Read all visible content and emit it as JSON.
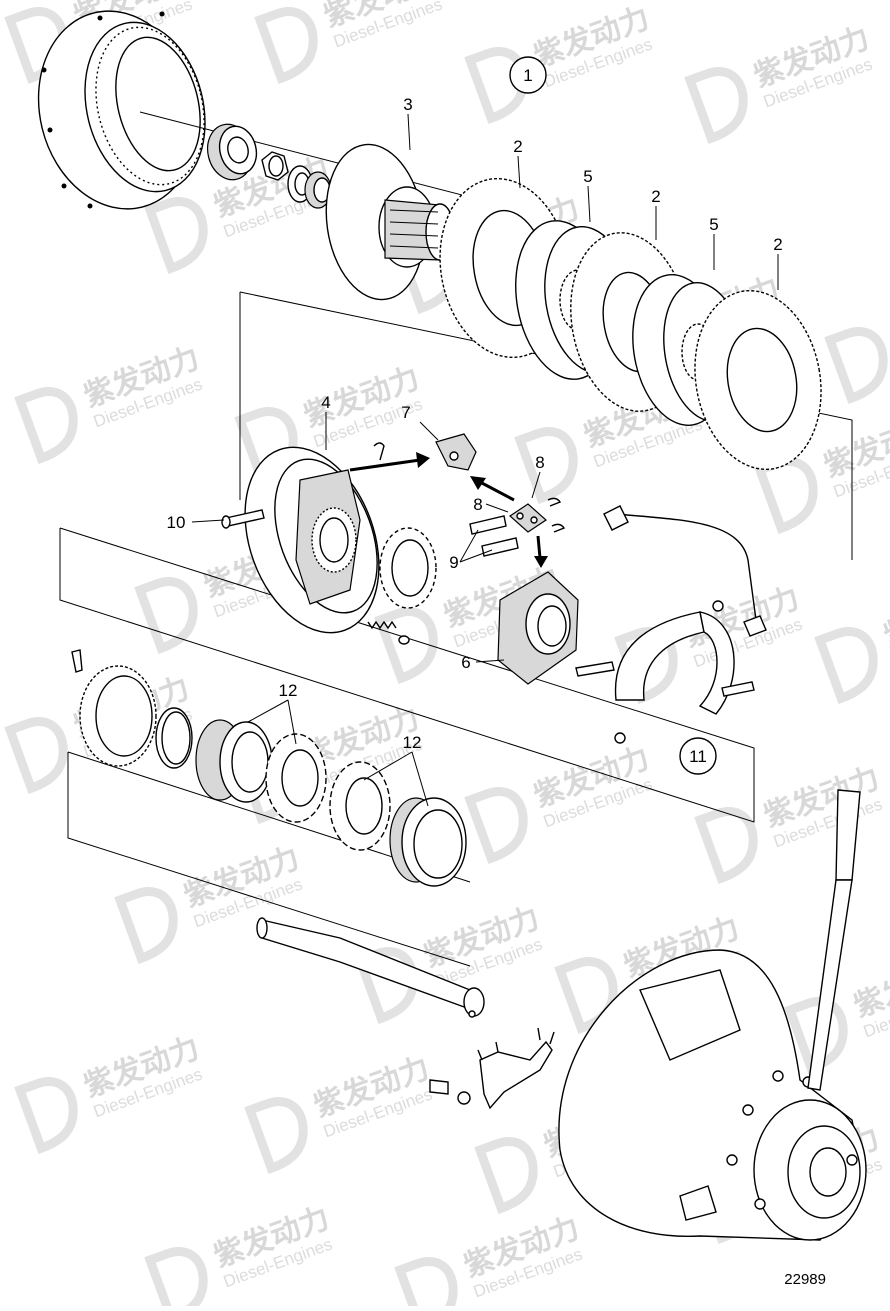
{
  "watermark": {
    "brand_cn": "紫发动力",
    "brand_en": "Diesel-Engines"
  },
  "callouts": {
    "c1": "1",
    "c2a": "2",
    "c2b": "2",
    "c2c": "2",
    "c3": "3",
    "c4": "4",
    "c5a": "5",
    "c5b": "5",
    "c6": "6",
    "c7": "7",
    "c8a": "8",
    "c8b": "8",
    "c9": "9",
    "c10": "10",
    "c11": "11",
    "c12a": "12",
    "c12b": "12"
  },
  "drawing_number": "22989"
}
